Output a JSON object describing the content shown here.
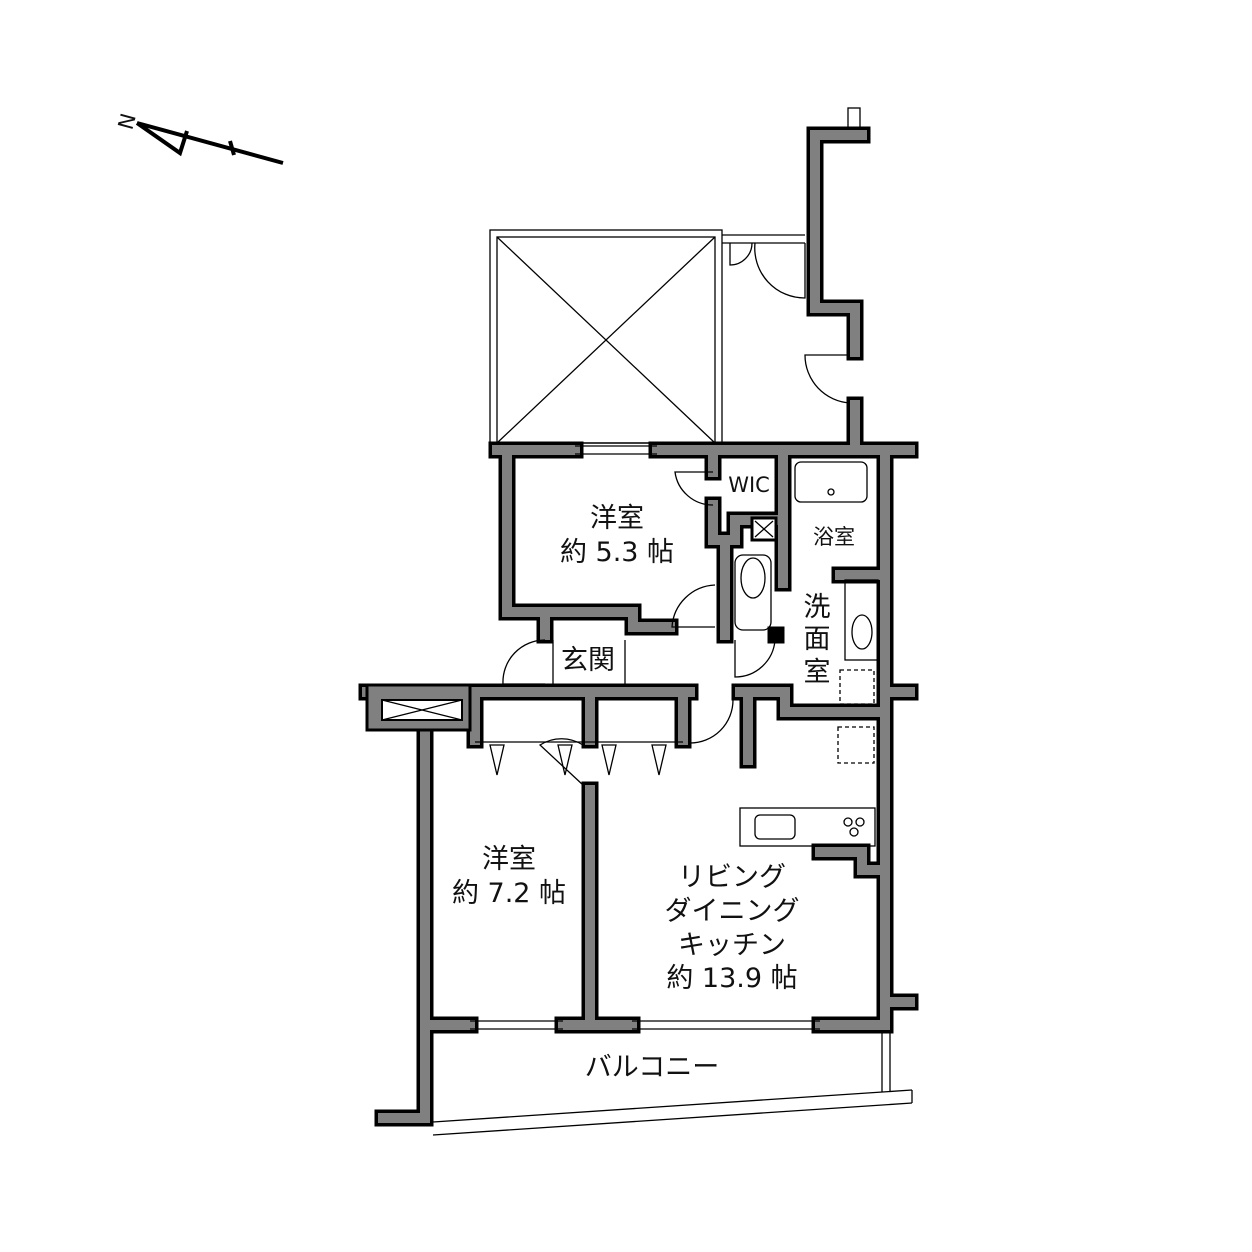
{
  "compass": {
    "north_label": "N"
  },
  "rooms": {
    "western_room_1": {
      "name": "洋室",
      "size": "約 5.3 帖"
    },
    "western_room_2": {
      "name": "洋室",
      "size": "約 7.2 帖"
    },
    "ldk": {
      "line1": "リビング",
      "line2": "ダイニング",
      "line3": "キッチン",
      "size": "約 13.9 帖"
    },
    "wic": "WIC",
    "bath": "浴室",
    "washroom": {
      "c1": "洗",
      "c2": "面",
      "c3": "室"
    },
    "entrance": "玄関",
    "balcony": "バルコニー"
  },
  "colors": {
    "wall_fill": "#808080",
    "wall_outline": "#000000"
  }
}
